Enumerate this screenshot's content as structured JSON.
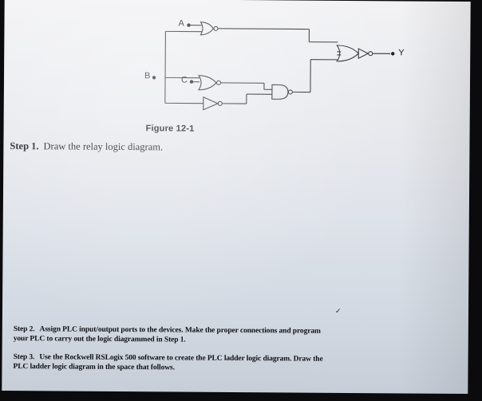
{
  "diagram": {
    "inputs": {
      "a": "A",
      "b": "B",
      "c": "C"
    },
    "output": "Y",
    "caption": "Figure 12-1"
  },
  "steps": {
    "step1": {
      "number": "Step 1.",
      "text": "Draw the relay logic diagram."
    },
    "step2": {
      "number": "Step 2.",
      "line1": "Assign PLC input/output ports to the devices. Make the proper connections and program",
      "line2": "your PLC to carry out the logic diagrammed in Step 1."
    },
    "step3": {
      "number": "Step 3.",
      "line1": "Use the Rockwell RSLogix 500 software to create the PLC ladder logic diagram. Draw the",
      "line2": "PLC ladder logic diagram in the space that follows."
    }
  }
}
